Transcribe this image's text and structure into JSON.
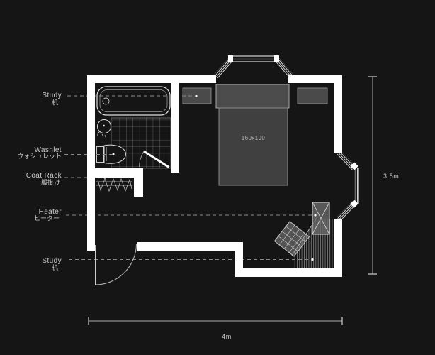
{
  "labels": [
    {
      "en": "Study",
      "jp": "机"
    },
    {
      "en": "Washlet",
      "jp": "ウォシュレット"
    },
    {
      "en": "Coat Rack",
      "jp": "服掛け"
    },
    {
      "en": "Heater",
      "jp": "ヒーター"
    },
    {
      "en": "Study",
      "jp": "机"
    }
  ],
  "bed": {
    "size_label": "160x190"
  },
  "dimensions": {
    "width_label": "4m",
    "height_label": "3.5m"
  },
  "colors": {
    "background": "#151515",
    "wall": "#ffffff",
    "furniture": "#4a4a4a",
    "lines": "#9a9a9a"
  }
}
